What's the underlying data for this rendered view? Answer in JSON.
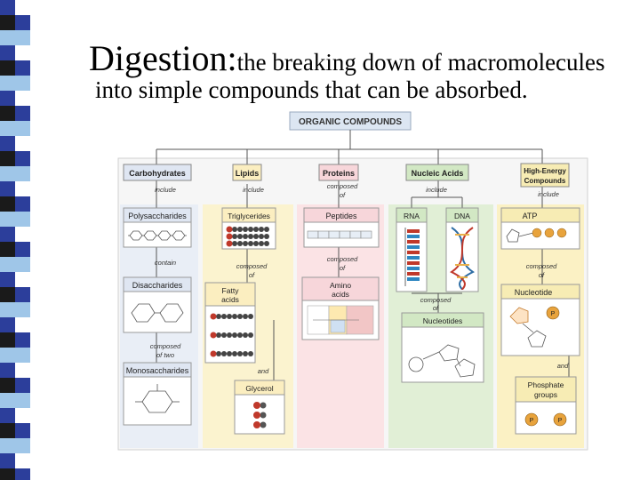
{
  "slide": {
    "title_term": "Digestion:",
    "title_rest": "the breaking down of macromolecules",
    "title_line2": "into simple compounds that can be absorbed."
  },
  "diagram": {
    "root": "ORGANIC COMPOUNDS",
    "columns": {
      "carbohydrates": {
        "header": "Carbohydrates",
        "rel1": "include",
        "box1": "Polysaccharides",
        "rel2": "contain",
        "box2": "Disaccharides",
        "rel3a": "composed",
        "rel3b": "of two",
        "box3": "Monosaccharides"
      },
      "lipids": {
        "header": "Lipids",
        "rel1": "include",
        "box1": "Triglycerides",
        "rel2a": "composed",
        "rel2b": "of",
        "box2a": "Fatty",
        "box2b": "acids",
        "rel3": "and",
        "box3": "Glycerol"
      },
      "proteins": {
        "header": "Proteins",
        "rel1a": "composed",
        "rel1b": "of",
        "box1": "Peptides",
        "rel2a": "composed",
        "rel2b": "of",
        "box2a": "Amino",
        "box2b": "acids"
      },
      "nucleic": {
        "header": "Nucleic Acids",
        "rel1": "include",
        "box1a": "RNA",
        "box1b": "DNA",
        "rel2a": "composed",
        "rel2b": "of",
        "box2": "Nucleotides"
      },
      "energy": {
        "header_a": "High-Energy",
        "header_b": "Compounds",
        "rel1": "include",
        "box1": "ATP",
        "rel2a": "composed",
        "rel2b": "of",
        "box2": "Nucleotide",
        "rel3": "and",
        "box3a": "Phosphate",
        "box3b": "groups",
        "p": "P"
      }
    }
  },
  "colors": {
    "strip_blue": "#2c3e9b",
    "strip_light": "#9fc6e8",
    "strip_dark": "#1a1a1a",
    "carb_bg": "#e9eef6",
    "lipid_bg": "#fbf3cf",
    "protein_bg": "#fbe3e5",
    "nucleic_bg": "#e1efd6",
    "energy_bg": "#fbf1c4"
  }
}
